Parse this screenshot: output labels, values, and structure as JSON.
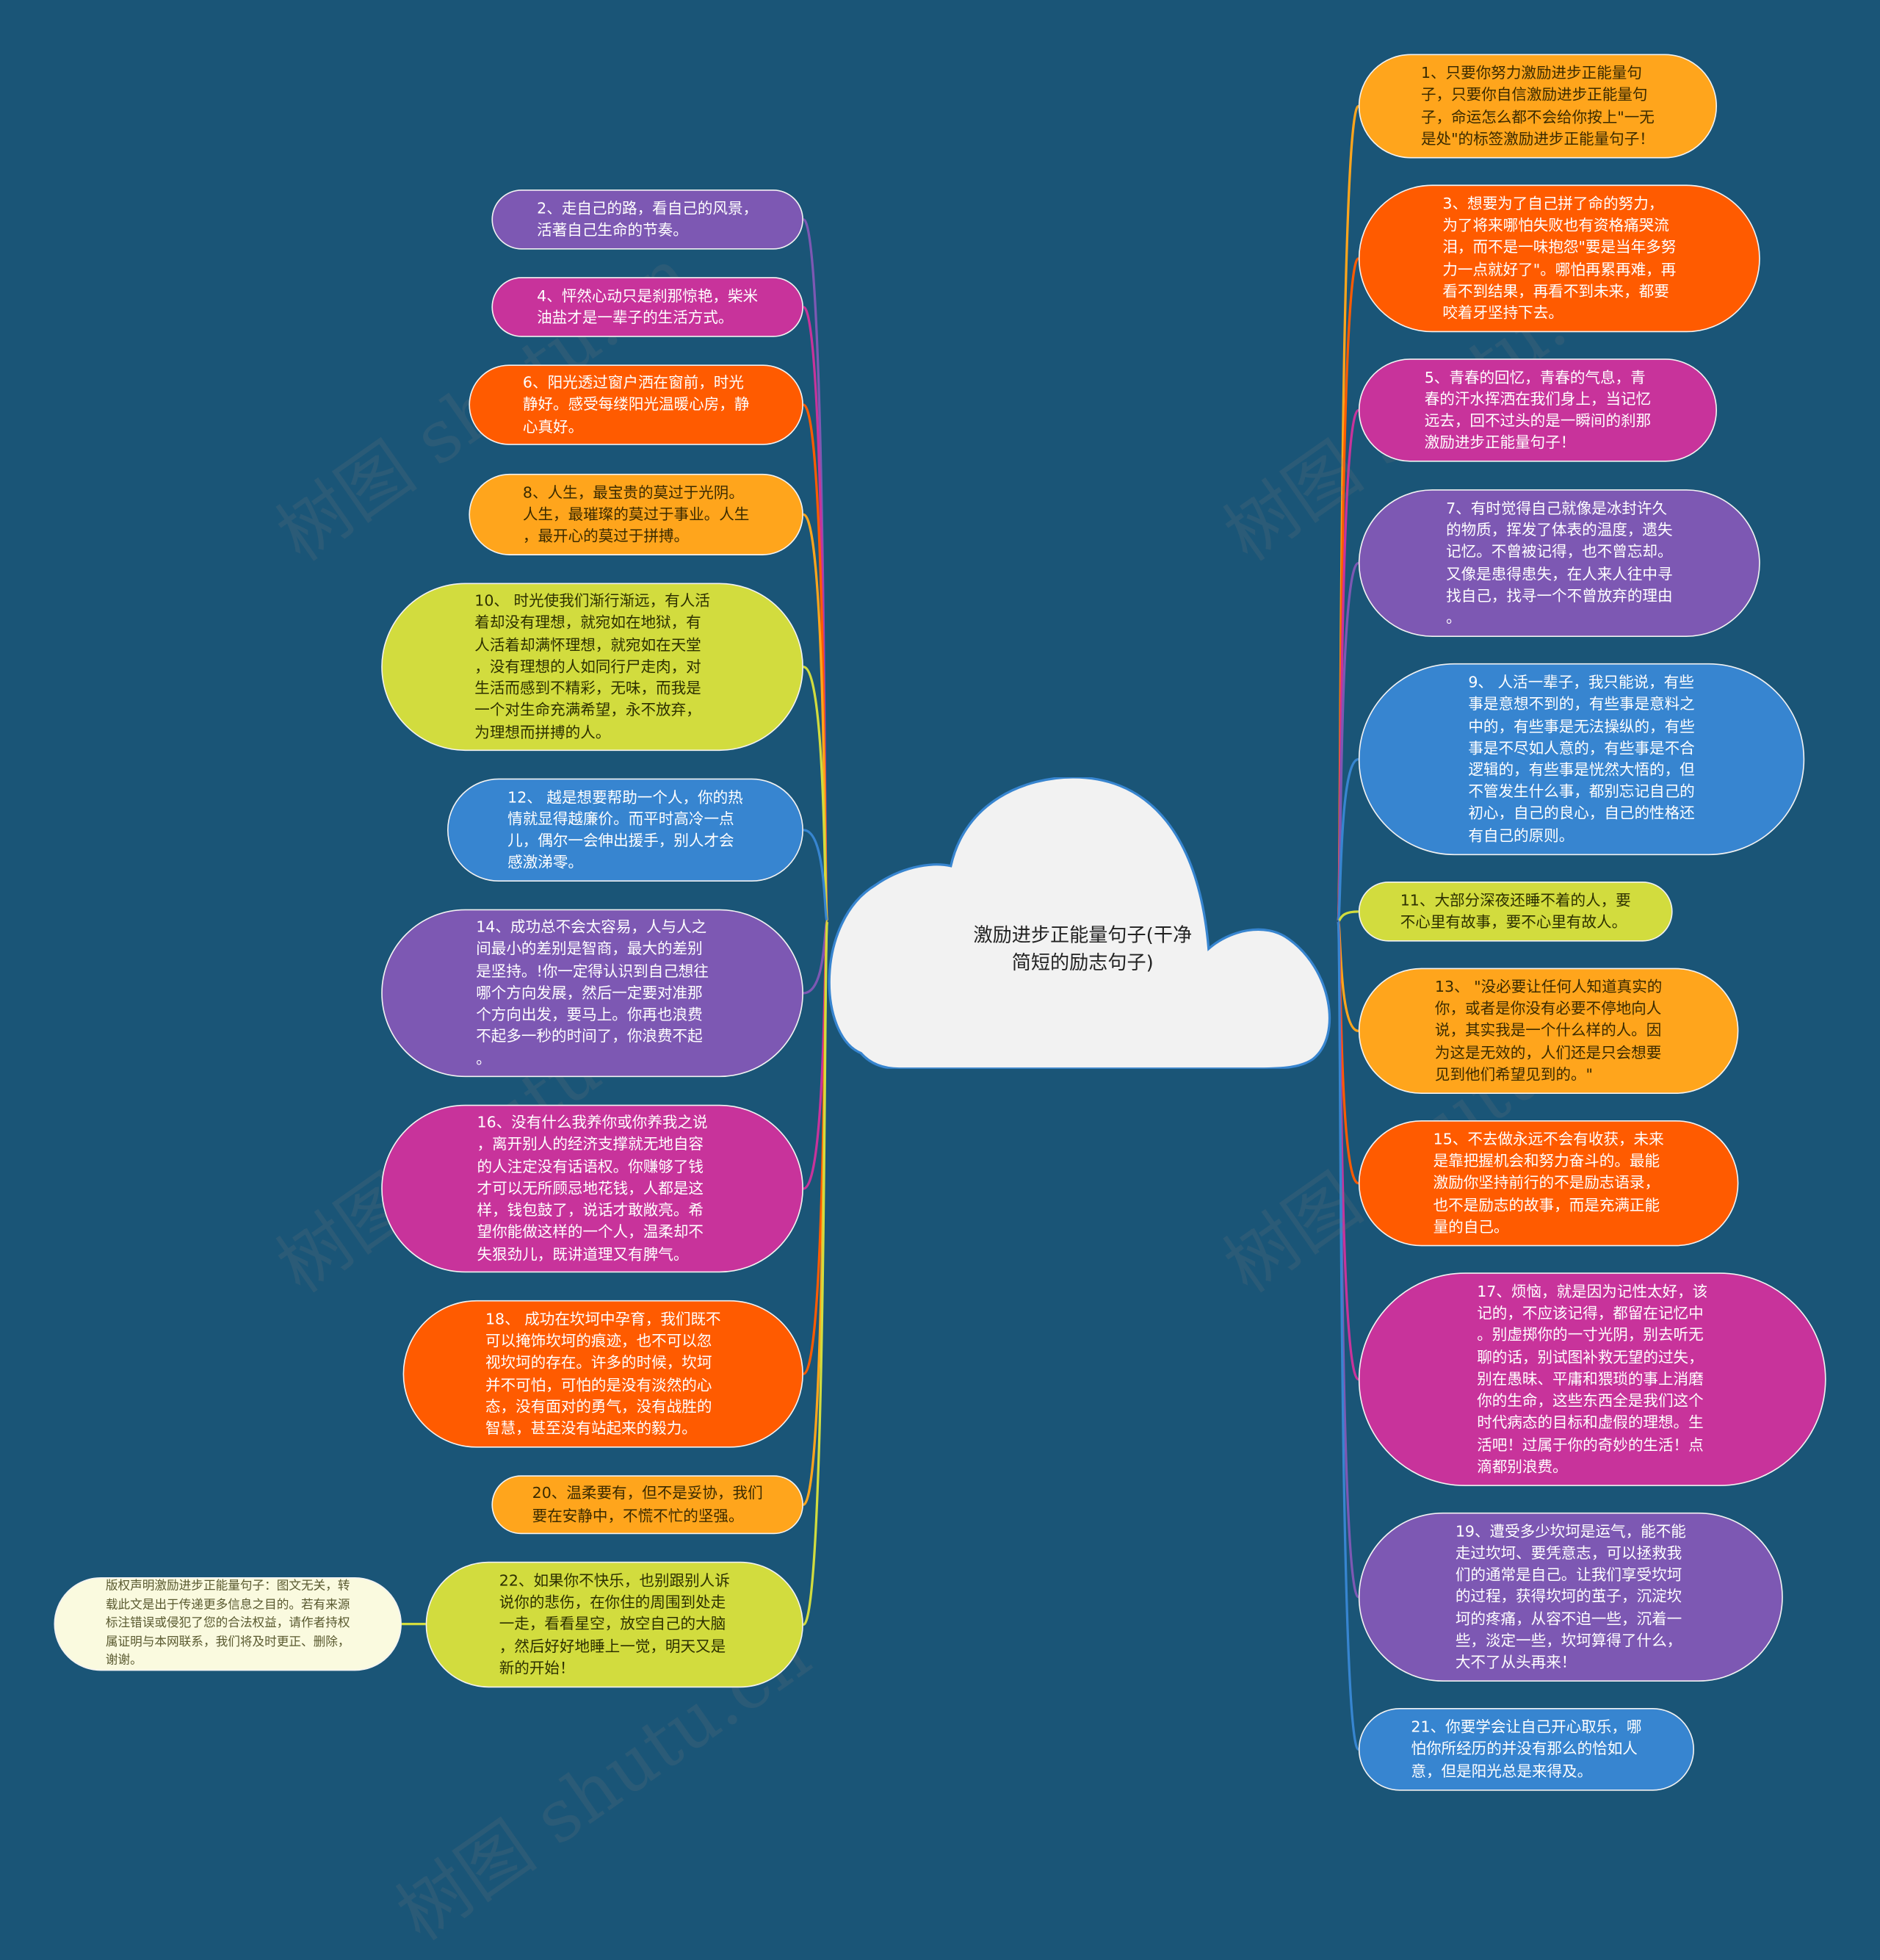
{
  "title": "激励进步正能量句子(干净\n简短的励志句子)",
  "watermark": "树图 shutu.cn",
  "colors": {
    "background": "#1a5577",
    "purple": "#7d58b3",
    "magenta": "#c8339b",
    "orange": "#ff5b00",
    "amber": "#ffa51c",
    "lime": "#d2dc3e",
    "blue": "#3785d0",
    "cream": "#fafadf"
  },
  "left_nodes": [
    {
      "color": "purple",
      "text": "2、走自己的路，看自己的风景，\n活著自己生命的节奏。"
    },
    {
      "color": "magenta",
      "text": "4、怦然心动只是刹那惊艳，柴米\n油盐才是一辈子的生活方式。"
    },
    {
      "color": "orange",
      "text": "6、阳光透过窗户洒在窗前，时光\n静好。感受每缕阳光温暖心房，静\n心真好。"
    },
    {
      "color": "amber",
      "text": "8、人生，最宝贵的莫过于光阴。\n人生，最璀璨的莫过于事业。人生\n，最开心的莫过于拼搏。"
    },
    {
      "color": "lime",
      "text": "10、 时光使我们渐行渐远，有人活\n着却没有理想，就宛如在地狱，有\n人活着却满怀理想，就宛如在天堂\n，没有理想的人如同行尸走肉，对\n生活而感到不精彩，无味，而我是\n一个对生命充满希望，永不放弃，\n为理想而拼搏的人。"
    },
    {
      "color": "blue",
      "text": "12、 越是想要帮助一个人，你的热\n情就显得越廉价。而平时高冷一点\n儿，偶尔一会伸出援手，别人才会\n感激涕零。"
    },
    {
      "color": "purple",
      "text": "14、成功总不会太容易，人与人之\n间最小的差别是智商，最大的差别\n是坚持。!你一定得认识到自己想往\n哪个方向发展，然后一定要对准那\n个方向出发，要马上。你再也浪费\n不起多一秒的时间了，你浪费不起\n。"
    },
    {
      "color": "magenta",
      "text": "16、没有什么我养你或你养我之说\n，离开别人的经济支撑就无地自容\n的人注定没有话语权。你赚够了钱\n才可以无所顾忌地花钱，人都是这\n样，钱包鼓了，说话才敢敞亮。希\n望你能做这样的一个人，温柔却不\n失狠劲儿，既讲道理又有脾气。"
    },
    {
      "color": "orange",
      "text": "18、 成功在坎坷中孕育，我们既不\n可以掩饰坎坷的痕迹，也不可以忽\n视坎坷的存在。许多的时候，坎坷\n并不可怕，可怕的是没有淡然的心\n态，没有面对的勇气，没有战胜的\n智慧，甚至没有站起来的毅力。"
    },
    {
      "color": "amber",
      "text": "20、温柔要有，但不是妥协，我们\n要在安静中，不慌不忙的坚强。"
    },
    {
      "color": "lime",
      "text": "22、如果你不快乐，也别跟别人诉\n说你的悲伤，在你住的周围到处走\n一走，看看星空，放空自己的大脑\n，然后好好地睡上一觉，明天又是\n新的开始！"
    }
  ],
  "copyright": {
    "color": "cream",
    "text": "版权声明激励进步正能量句子：图文无关，转\n载此文是出于传递更多信息之目的。若有来源\n标注错误或侵犯了您的合法权益，请作者持权\n属证明与本网联系，我们将及时更正、删除，\n谢谢。"
  },
  "right_nodes": [
    {
      "color": "amber",
      "text": "1、只要你努力激励进步正能量句\n子，只要你自信激励进步正能量句\n子，命运怎么都不会给你按上\"一无\n是处\"的标签激励进步正能量句子！"
    },
    {
      "color": "orange",
      "text": "3、想要为了自己拼了命的努力，\n为了将来哪怕失败也有资格痛哭流\n泪，而不是一味抱怨\"要是当年多努\n力一点就好了\"。哪怕再累再难，再\n看不到结果，再看不到未来，都要\n咬着牙坚持下去。"
    },
    {
      "color": "magenta",
      "text": "5、青春的回忆，青春的气息，青\n春的汗水挥洒在我们身上，当记忆\n远去，回不过头的是一瞬间的刹那\n激励进步正能量句子！"
    },
    {
      "color": "purple",
      "text": "7、有时觉得自己就像是冰封许久\n的物质，挥发了体表的温度，遗失\n记忆。不曾被记得，也不曾忘却。\n又像是患得患失，在人来人往中寻\n找自己，找寻一个不曾放弃的理由\n。"
    },
    {
      "color": "blue",
      "text": "9、 人活一辈子，我只能说，有些\n事是意想不到的，有些事是意料之\n中的，有些事是无法操纵的，有些\n事是不尽如人意的，有些事是不合\n逻辑的，有些事是恍然大悟的，但\n不管发生什么事，都别忘记自己的\n初心，自己的良心，自己的性格还\n有自己的原则。"
    },
    {
      "color": "lime",
      "text": "11、大部分深夜还睡不着的人，要\n不心里有故事，要不心里有故人。"
    },
    {
      "color": "amber",
      "text": "13、 \"没必要让任何人知道真实的\n你，或者是你没有必要不停地向人\n说，其实我是一个什么样的人。因\n为这是无效的，人们还是只会想要\n见到他们希望见到的。\""
    },
    {
      "color": "orange",
      "text": "15、不去做永远不会有收获，未来\n是靠把握机会和努力奋斗的。最能\n激励你坚持前行的不是励志语录，\n也不是励志的故事，而是充满正能\n量的自己。"
    },
    {
      "color": "magenta",
      "text": "17、烦恼，就是因为记性太好，该\n记的，不应该记得，都留在记忆中\n。别虚掷你的一寸光阴，别去听无\n聊的话，别试图补救无望的过失，\n别在愚昧、平庸和猥琐的事上消磨\n你的生命，这些东西全是我们这个\n时代病态的目标和虚假的理想。生\n活吧！过属于你的奇妙的生活！点\n滴都别浪费。"
    },
    {
      "color": "purple",
      "text": "19、遭受多少坎坷是运气，能不能\n走过坎坷、要凭意志，可以拯救我\n们的通常是自己。让我们享受坎坷\n的过程，获得坎坷的茧子，沉淀坎\n坷的疼痛，从容不迫一些，沉着一\n些，淡定一些，坎坷算得了什么，\n大不了从头再来！"
    },
    {
      "color": "blue",
      "text": "21、你要学会让自己开心取乐，哪\n怕你所经历的并没有那么的恰如人\n意，但是阳光总是来得及。"
    }
  ]
}
